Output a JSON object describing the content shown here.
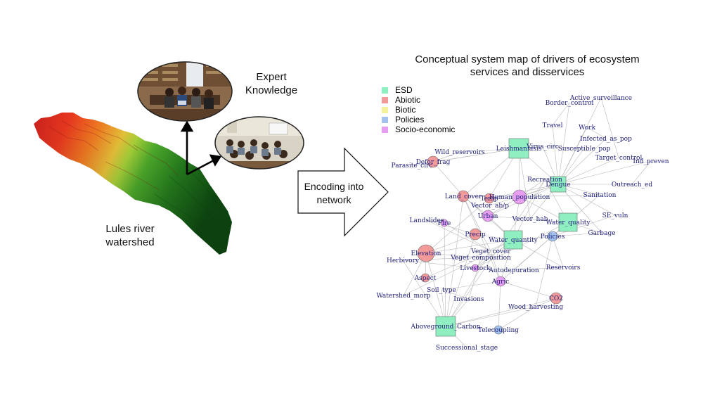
{
  "left_panel": {
    "watershed_label": "Lules river watershed",
    "expert_label": "Expert Knowledge"
  },
  "middle": {
    "encoding_label": "Encoding into network"
  },
  "map": {
    "title": "Conceptual system map of drivers of ecosystem services and disservices",
    "legend": [
      {
        "label": "ESD",
        "color": "#8fefc0"
      },
      {
        "label": "Abiotic",
        "color": "#f29a9a"
      },
      {
        "label": "Biotic",
        "color": "#f4f29a"
      },
      {
        "label": "Policies",
        "color": "#a3c2ee"
      },
      {
        "label": "Socio-economic",
        "color": "#e79ef0"
      }
    ],
    "node_labels": {
      "active_surveillance": "Active_surveillance",
      "border_control": "Border_control",
      "travel": "Travel",
      "work": "Work",
      "infected_as_pop": "Infected_as_pop",
      "susceptible_pop": "Susceptible_pop",
      "target_control": "Target_control",
      "ind_preven": "Ind_preven",
      "virus_circ": "Virus_circ",
      "leishmaniasis": "Leishmaniasis",
      "wild_reservoirs": "Wild_reservoirs",
      "defor_frag": "Defor_frag",
      "parasite_circ": "Parasite_circ",
      "recreation": "Recreation",
      "dengue": "Dengue",
      "outreach_ed": "Outreach_ed",
      "sanitation": "Sanitation",
      "land_cover": "Land_cover",
      "temp": "Temp",
      "human_population": "Human_population",
      "vector_ab": "Vector_ab/p",
      "urban": "Urban",
      "landslides": "Landslides",
      "fire": "Fire",
      "vector_hab": "Vector_hab",
      "water_quality_top": "Water_quality",
      "se_vuln": "SE_vuln",
      "garbage": "Garbage",
      "policies": "Policies",
      "precip": "Precip",
      "water_quantity": "Water_quantity",
      "veget_cover": "Veget_cover",
      "veget_composition": "Veget_composition",
      "elevation": "Elevation",
      "herbivory": "Herbivory",
      "livestock": "Livestock",
      "autodepuration": "Autodepuration",
      "reservoirs": "Reservoirs",
      "aspect": "Aspect",
      "agric": "Agric",
      "soil_type": "Soil_type",
      "watershed_morp": "Watershed_morp",
      "invasions": "Invasions",
      "co2": "CO2",
      "wood_harvesting": "Wood_harvesting",
      "aboveground_carbon": "Aboveground_Carbon",
      "telecoupling": "Telecoupling",
      "successional_stage": "Successional_stage"
    }
  }
}
